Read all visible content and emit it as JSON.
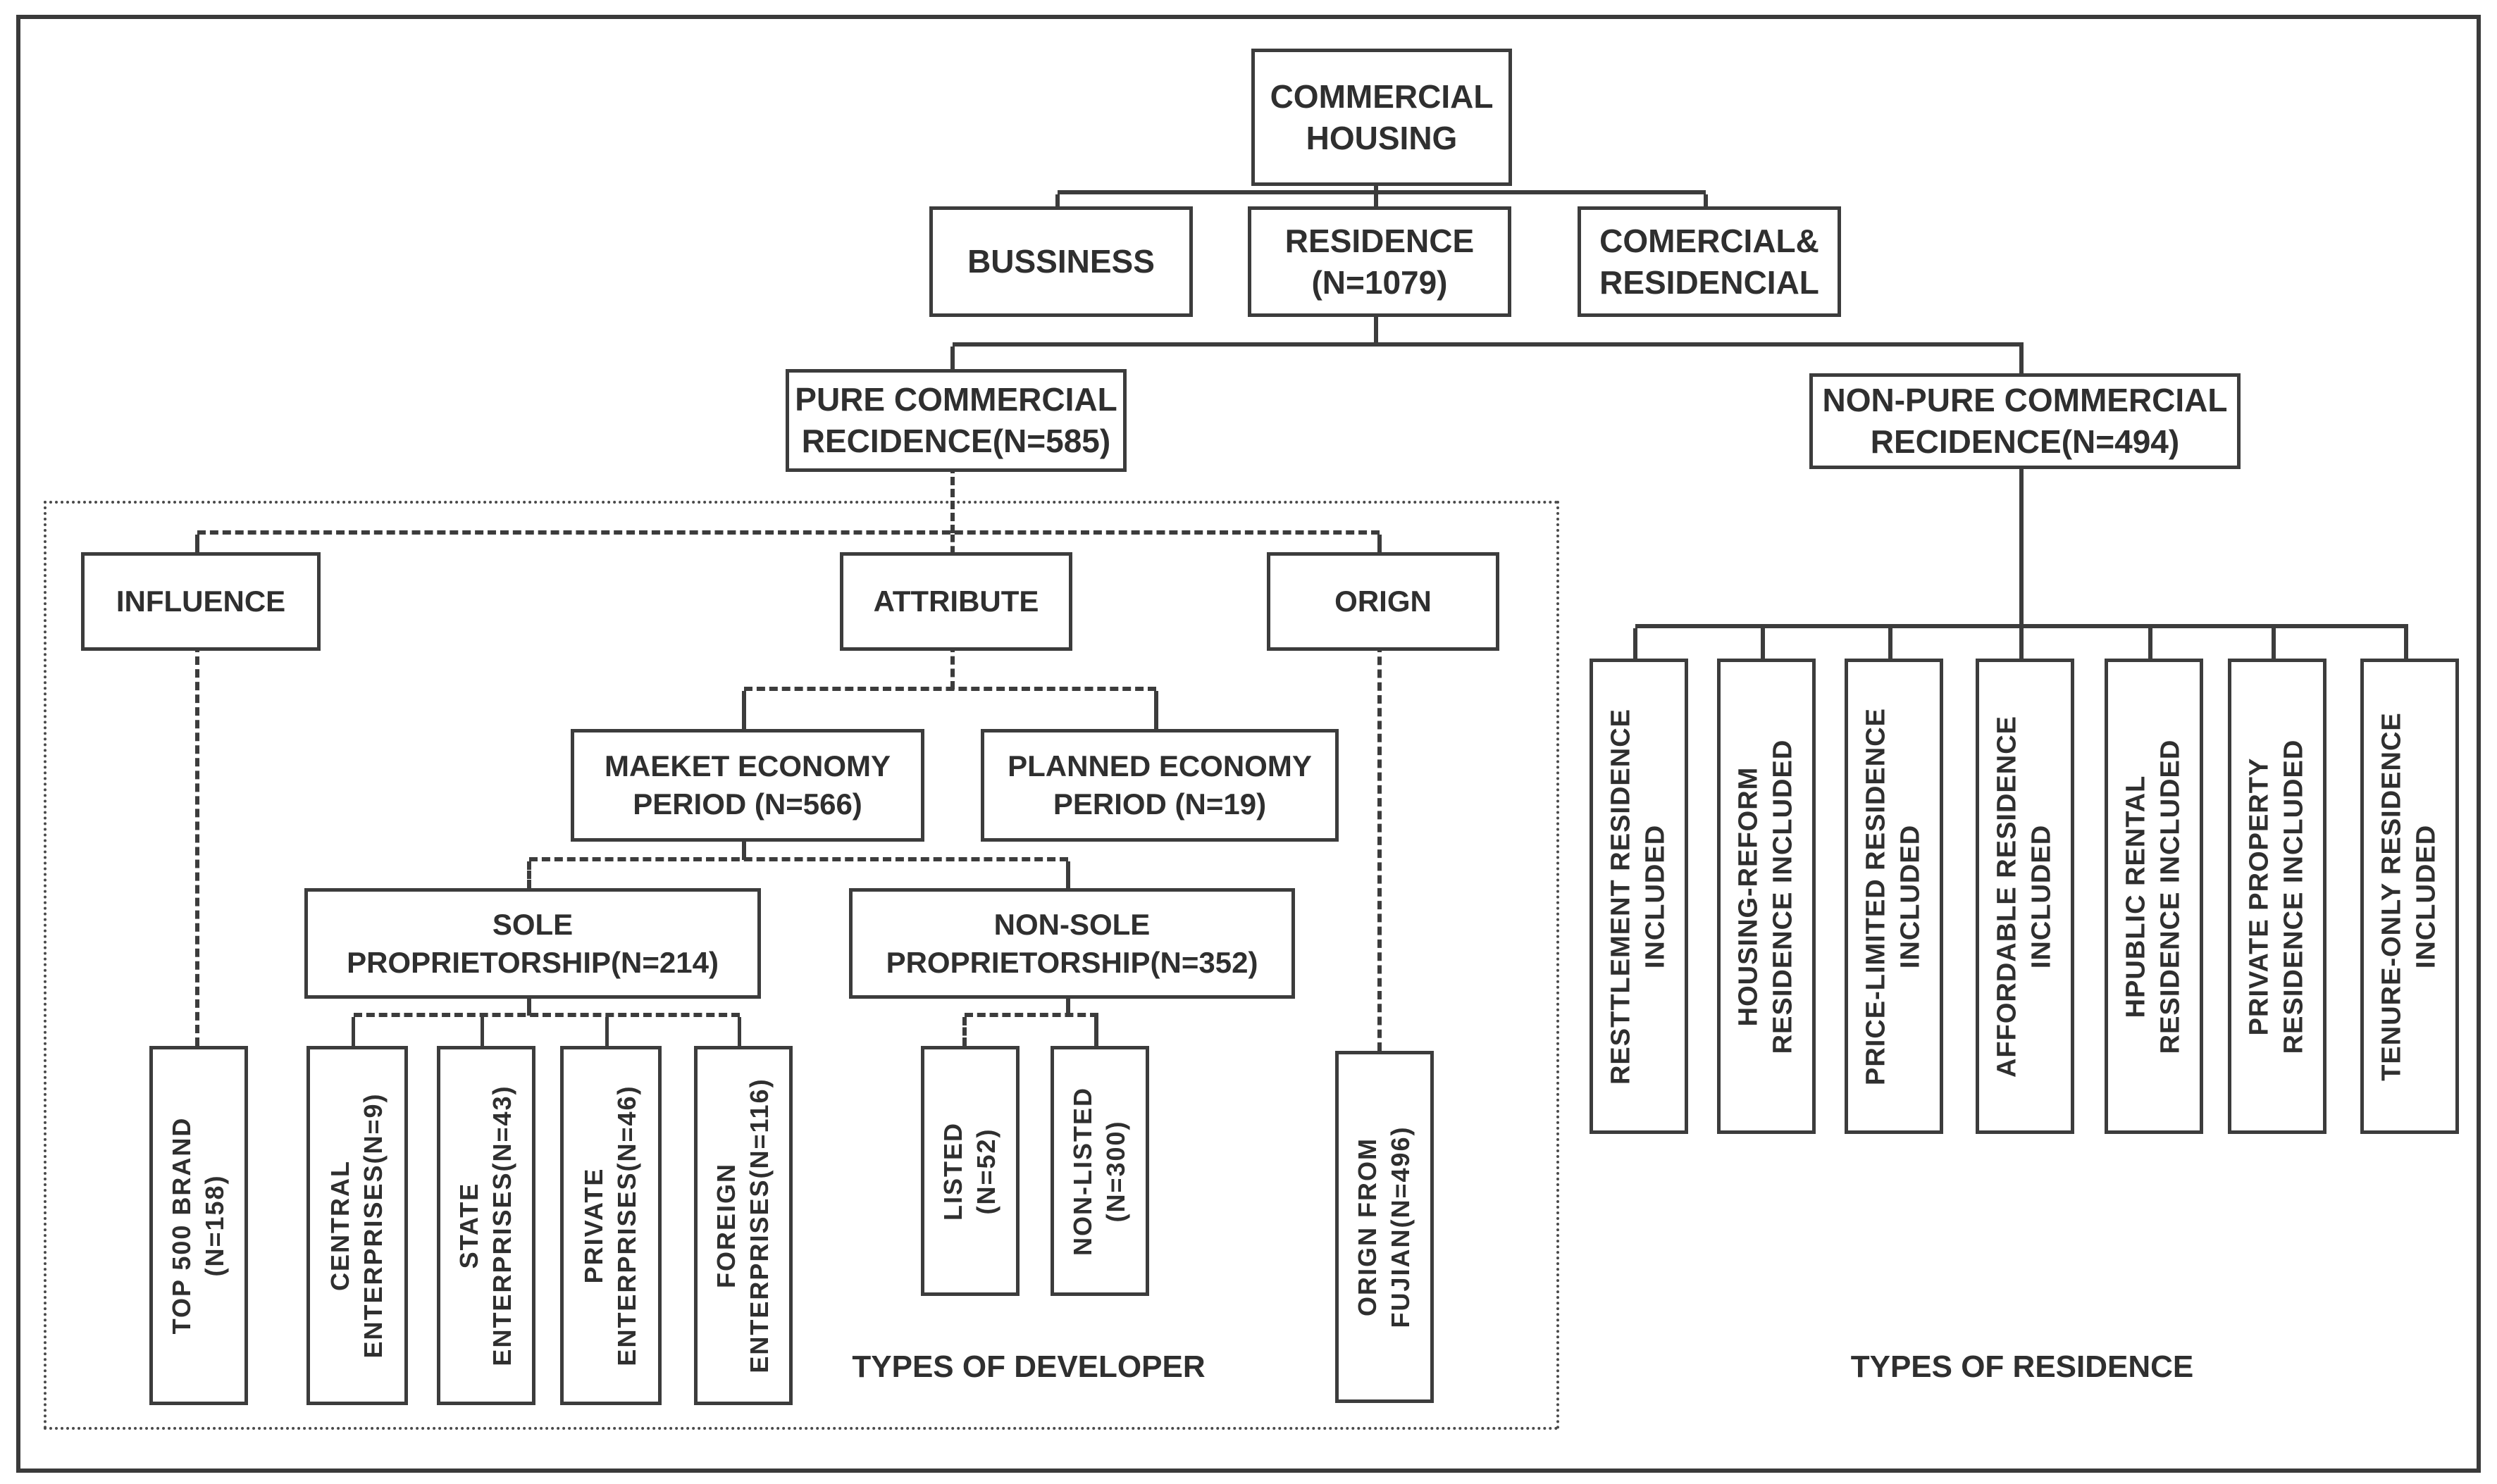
{
  "nodes": {
    "commercial_housing": "COMMERCIAL\nHOUSING",
    "bussiness": "BUSSINESS",
    "residence": "RESIDENCE\n(N=1079)",
    "comercial_residencial": "COMERCIAL&\nRESIDENCIAL",
    "pure_commercial": "PURE COMMERCIAL\nRECIDENCE(N=585)",
    "non_pure_commercial": "NON-PURE COMMERCIAL\nRECIDENCE(N=494)",
    "influence": "INFLUENCE",
    "attribute": "ATTRIBUTE",
    "orign": "ORIGN",
    "maeket_economy": "MAEKET ECONOMY\nPERIOD (N=566)",
    "planned_economy": "PLANNED ECONOMY\nPERIOD (N=19)",
    "sole_proprietorship": "SOLE\nPROPRIETORSHIP(N=214)",
    "non_sole_proprietorship": "NON-SOLE\nPROPRIETORSHIP(N=352)",
    "top_500_brand": "TOP 500 BRAND\n(N=158)",
    "central_enterprises": "CENTRAL\nENTERPRISES(N=9)",
    "state_enterprises": "STATE\nENTERPRISES(N=43)",
    "private_enterprises": "PRIVATE\nENTERPRISES(N=46)",
    "foreign_enterprises": "FOREIGN\nENTERPRISES(N=116)",
    "listed": "LISTED\n(N=52)",
    "non_listed": "NON-LISTED\n(N=300)",
    "orign_from_fujian": "ORIGN FROM\nFUJIAN(N=496)",
    "resttlement": "RESTTLEMENT RESIDENCE\nINCLUDED",
    "housing_reform": "HOUSING-REFORM\nRESIDENCE INCLUDED",
    "price_limited": "PRICE-LIMITED RESIDENCE\nINCLUDED",
    "affordable": "AFFORDABLE RESIDENCE\nINCLUDED",
    "hpublic_rental": "HPUBLIC RENTAL\nRESIDENCE INCLUDED",
    "private_property": "PRIVATE PROPERTY\nRESIDENCE INCLUDED",
    "tenure_only": "TENURE-ONLY RESIDENCE\nINCLUDED"
  },
  "captions": {
    "developer": "TYPES OF DEVELOPER",
    "residence": "TYPES OF RESIDENCE"
  },
  "colors": {
    "line": "#3c3c3c",
    "text": "#2f2f2f",
    "background": "#ffffff"
  }
}
